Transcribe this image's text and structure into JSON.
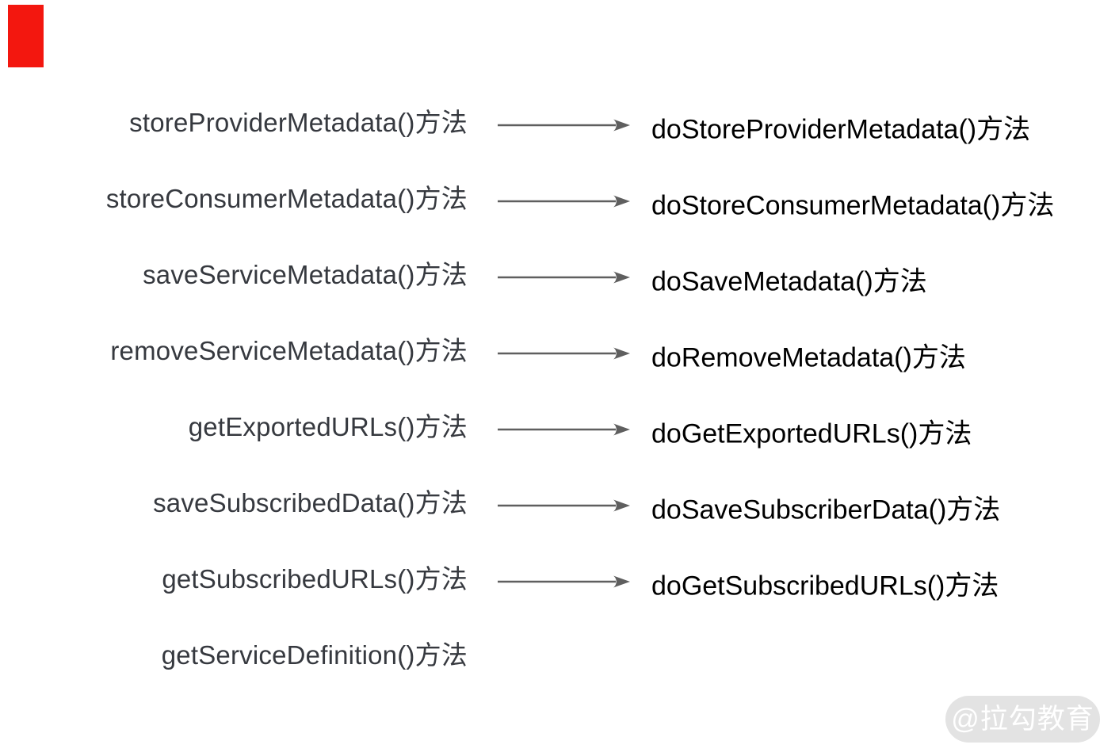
{
  "diagram": {
    "description_rows": [
      {
        "left": "storeProviderMetadata()方法",
        "right": "doStoreProviderMetadata()方法"
      },
      {
        "left": "storeConsumerMetadata()方法",
        "right": "doStoreConsumerMetadata()方法"
      },
      {
        "left": "saveServiceMetadata()方法",
        "right": "doSaveMetadata()方法"
      },
      {
        "left": "removeServiceMetadata()方法",
        "right": "doRemoveMetadata()方法"
      },
      {
        "left": "getExportedURLs()方法",
        "right": "doGetExportedURLs()方法"
      },
      {
        "left": "saveSubscribedData()方法",
        "right": "doSaveSubscriberData()方法"
      },
      {
        "left": "getSubscribedURLs()方法",
        "right": "doGetSubscribedURLs()方法"
      },
      {
        "left": "getServiceDefinition()方法",
        "right": ""
      }
    ]
  },
  "watermark": {
    "label": "@拉勾教育"
  },
  "colors": {
    "left_text": "#36393f",
    "right_text": "#000000",
    "arrow": "#5f5f5f",
    "corner_marker_red": "#f3170f",
    "watermark_pill": "#e3e3e3",
    "watermark_text": "#ffffff"
  }
}
